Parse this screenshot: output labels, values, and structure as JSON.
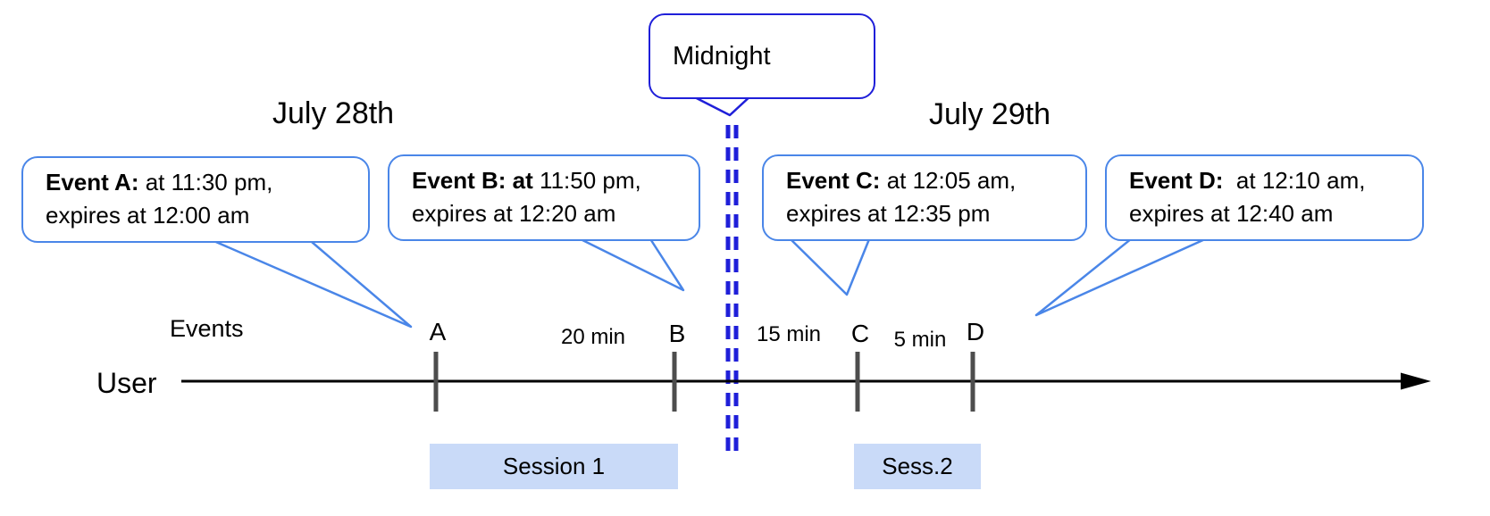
{
  "headings": {
    "left_date": "July 28th",
    "right_date": "July 29th"
  },
  "midnight": {
    "label": "Midnight"
  },
  "callouts": [
    {
      "event": "A",
      "bold": "Event A:",
      "rest": " at 11:30 pm,",
      "line2": "expires at 12:00 am"
    },
    {
      "event": "B",
      "bold": "Event B: at",
      "rest": " 11:50 pm,",
      "line2": "expires at 12:20 am"
    },
    {
      "event": "C",
      "bold": "Event C:",
      "rest": " at 12:05 am,",
      "line2": "expires at 12:35 pm"
    },
    {
      "event": "D",
      "bold": "Event D:",
      "rest": "  at 12:10 am,",
      "line2": "expires at 12:40 am"
    }
  ],
  "axis": {
    "events_label": "Events",
    "user_label": "User"
  },
  "ticks": [
    "A",
    "B",
    "C",
    "D"
  ],
  "intervals": [
    "20 min",
    "15 min",
    "5 min"
  ],
  "sessions": [
    "Session 1",
    "Sess.2"
  ],
  "colors": {
    "callout_border": "#4a86e8",
    "midnight_blue": "#1f1fd9",
    "session_fill": "#c9daf8",
    "tick_color": "#4d4d4d",
    "axis_color": "#000000",
    "text_color": "#000000"
  }
}
